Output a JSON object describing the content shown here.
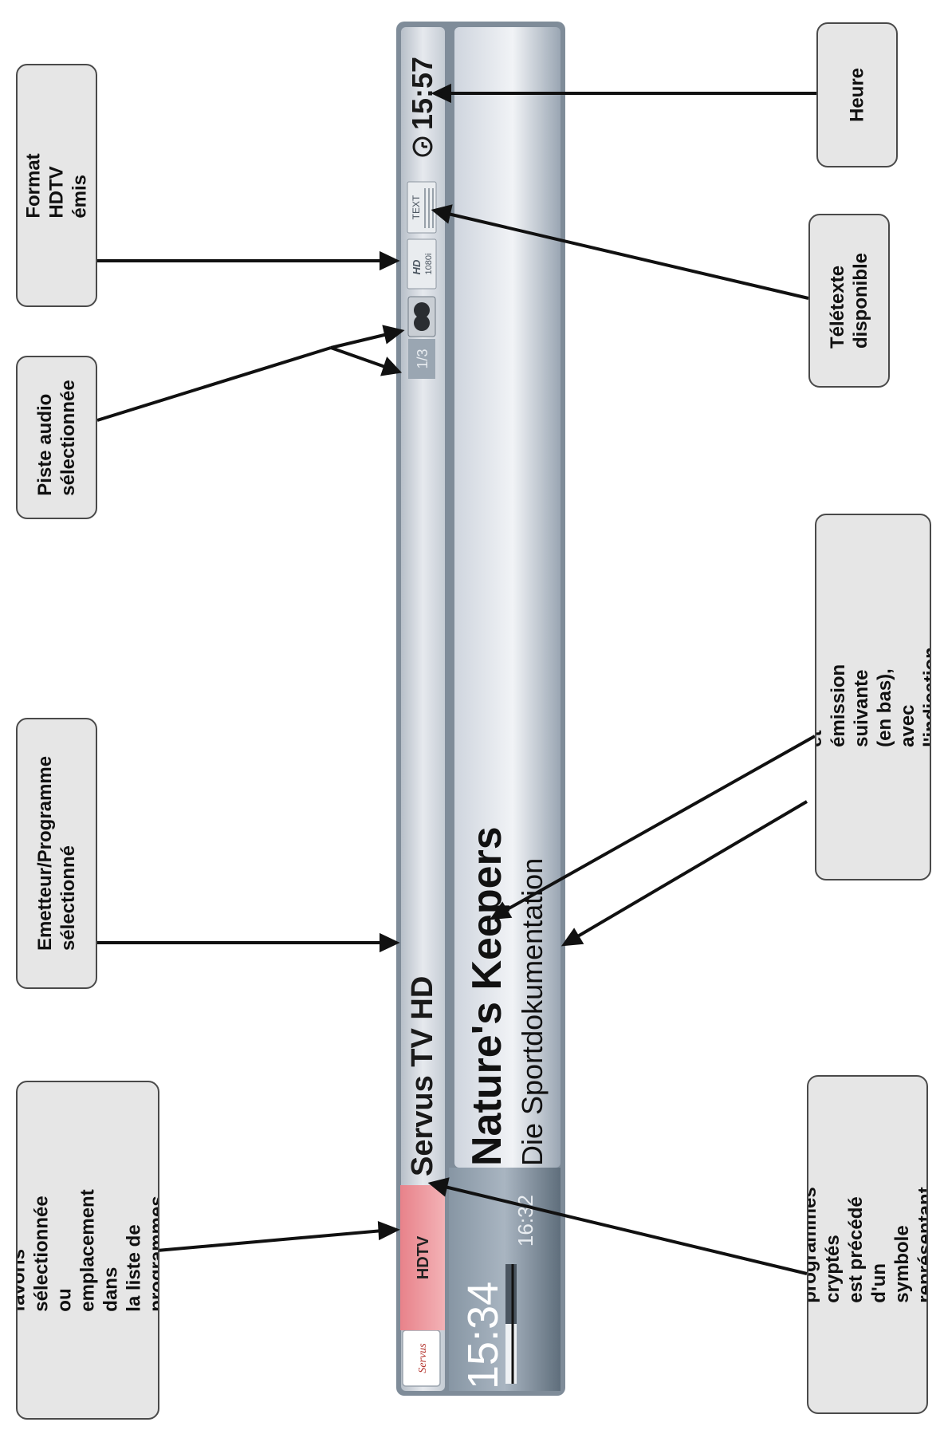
{
  "annotations": {
    "favorites": "Liste de favoris sélectionnée\nou emplacement dans\nla liste de programmes\nsélectionnée",
    "station": "Emetteur/Programme\nsélectionné",
    "audio": "Piste audio\nsélectionnée",
    "hd_format": "Format HDTV émis",
    "encrypted": "Le nom des programmes cryptés\nest précédé d'un symbole\nreprésentant une clé",
    "programs": "Emission actuelle (en haut) et\némission suivante (en bas), avec\nl'indication de l'heure de démarrage",
    "teletext": "Télétexte\ndisponible",
    "time": "Heure"
  },
  "osd": {
    "logo": "Servus",
    "list_name": "HDTV",
    "channel_name": "Servus TV HD",
    "audio_track": "1/3",
    "hd_label": "HD",
    "hd_resolution": "1080i",
    "teletext_label": "TEXT",
    "clock": "15:57",
    "current_start": "15:34",
    "next_start": "16:32",
    "current_title": "Nature's Keepers",
    "next_title": "Die Sportdokumentation",
    "progress": 0.5
  },
  "colors": {
    "list_badge": "#e8828a",
    "bar_dark": "#6f7f8e",
    "bar_light": "#dfe3ea",
    "callout_bg": "#e6e6e6"
  }
}
